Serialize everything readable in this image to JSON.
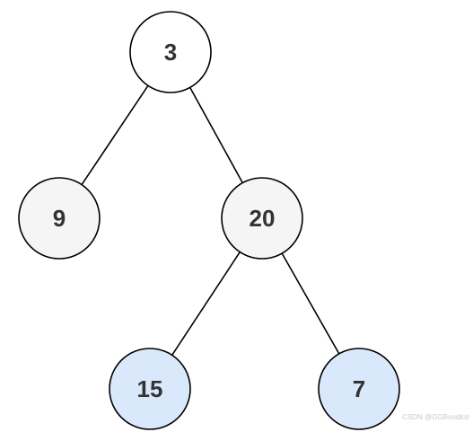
{
  "tree": {
    "nodes": [
      {
        "id": "root",
        "value": "3",
        "fill": "#ffffff"
      },
      {
        "id": "left",
        "value": "9",
        "fill": "#f5f5f5"
      },
      {
        "id": "right",
        "value": "20",
        "fill": "#f5f5f5"
      },
      {
        "id": "right-left",
        "value": "15",
        "fill": "#dae8fc"
      },
      {
        "id": "right-right",
        "value": "7",
        "fill": "#dae8fc"
      }
    ],
    "edges": [
      {
        "from": "root",
        "to": "left"
      },
      {
        "from": "root",
        "to": "right"
      },
      {
        "from": "right",
        "to": "right-left"
      },
      {
        "from": "right",
        "to": "right-right"
      }
    ],
    "stroke_color": "#000000"
  },
  "watermark": {
    "text": "CSDN @GGBondlctr"
  }
}
